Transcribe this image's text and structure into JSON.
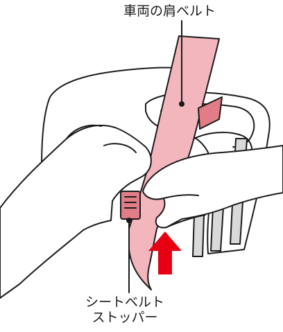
{
  "labels": {
    "shoulder_belt": "車両の肩ベルト",
    "belt_stopper_line1": "シートベルト",
    "belt_stopper_line2": "ストッパー"
  },
  "colors": {
    "belt_fill": "#f3b6bd",
    "stopper_fill": "#e07d87",
    "arrow_fill": "#e60012",
    "stroke": "#1a1a1a",
    "seat_fill": "#ffffff",
    "strap_fill": "#d9d9d9"
  },
  "icons": {
    "direction_arrow": "up-arrow-icon"
  }
}
